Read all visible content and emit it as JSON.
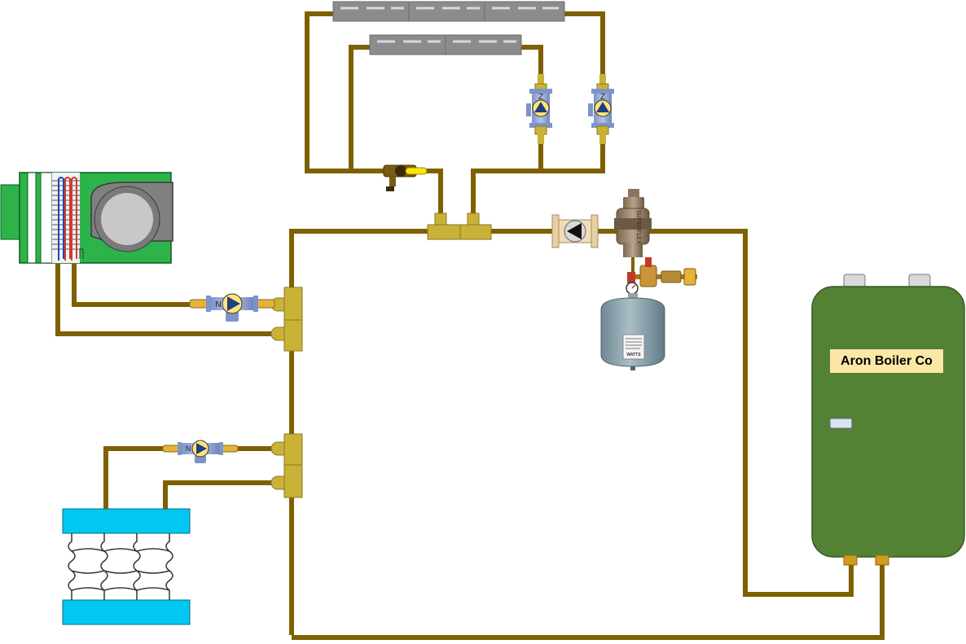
{
  "boiler": {
    "label": "Aron Boiler Co",
    "body_color": "#548235",
    "label_bg": "#fbe7a6"
  },
  "colors": {
    "pipe": "#7f6000",
    "fitting": "#c9b237",
    "baseboard": "#8c8c8c",
    "air_handler": "#2db34a",
    "panel_radiator": "#00c8f0",
    "expansion_tank": "#8ea6b0"
  },
  "components": {
    "expansion_tank_brand": "WATTS",
    "air_separator_brand": "SUPERFLEX",
    "zone_pump_letter": "Z",
    "circulator_letter": "N"
  },
  "icons": [
    "baseboard-icon",
    "zone-pump-icon",
    "circulator-icon",
    "ball-valve-icon",
    "air-separator-icon",
    "expansion-tank-icon",
    "pressure-gauge-icon",
    "fill-valve-icon",
    "air-handler-icon",
    "panel-radiator-icon",
    "boiler-icon",
    "tee-fitting-icon"
  ]
}
